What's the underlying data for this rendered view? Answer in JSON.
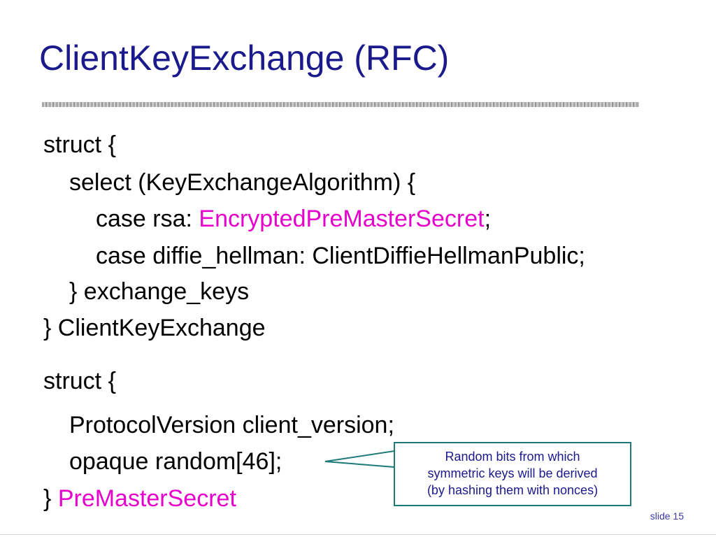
{
  "slide": {
    "title": "ClientKeyExchange (RFC)",
    "slide_number": "slide 15"
  },
  "code": {
    "struct1_open": "struct {",
    "select_line": "select (KeyExchangeAlgorithm) {",
    "case_rsa_prefix": "case rsa: ",
    "case_rsa_type": "EncryptedPreMasterSecret",
    "case_rsa_suffix": ";",
    "case_dh": "case diffie_hellman: ClientDiffieHellmanPublic;",
    "select_close": "} exchange_keys",
    "struct1_close": "} ClientKeyExchange",
    "struct2_open": "struct {",
    "version_line": "ProtocolVersion client_version;",
    "random_line": "opaque random[46];",
    "struct2_close_prefix": "} ",
    "struct2_close_name": "PreMasterSecret"
  },
  "callout": {
    "line1": "Random bits from which",
    "line2": "symmetric keys will be derived",
    "line3": "(by hashing them with nonces)"
  },
  "colors": {
    "title": "#1a1a8c",
    "highlight": "#e600cc",
    "callout_border": "#1f7a7a"
  }
}
